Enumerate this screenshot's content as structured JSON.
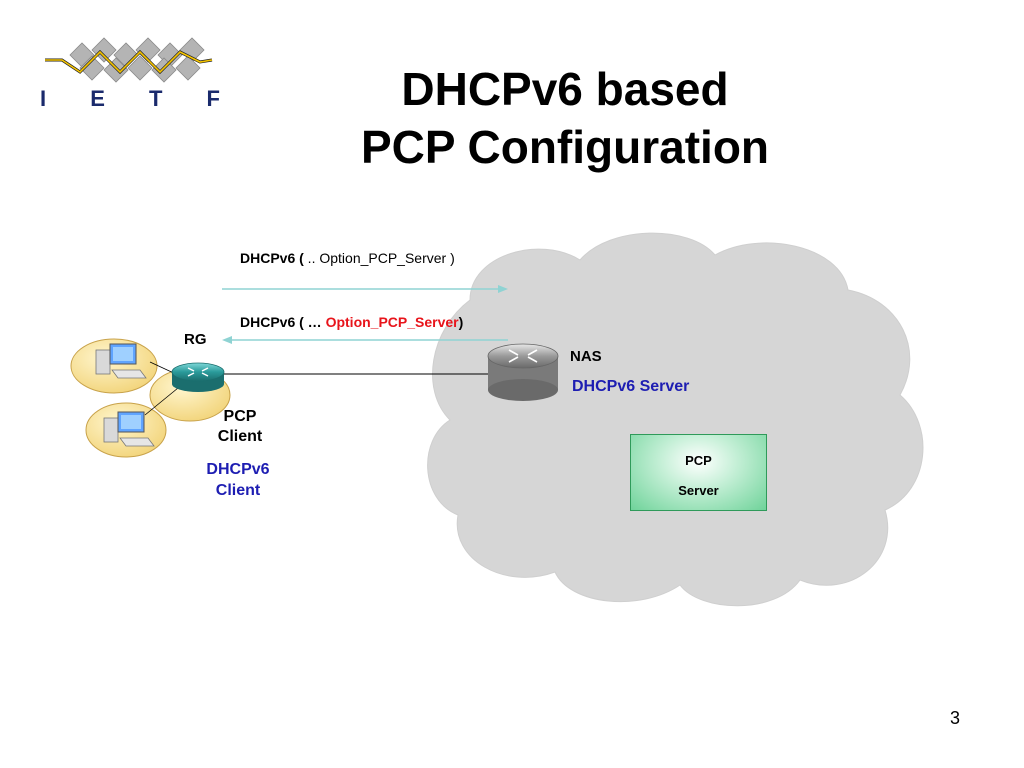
{
  "slide": {
    "title_line1": "DHCPv6 based",
    "title_line2": "PCP Configuration",
    "page_number": "3"
  },
  "logo": {
    "letters": [
      "I",
      "E",
      "T",
      "F"
    ]
  },
  "messages": {
    "request": {
      "prefix": "DHCPv6 (",
      "option": " .. Option_PCP_Server )"
    },
    "reply": {
      "prefix": "DHCPv6 ( … ",
      "option": "Option_PCP_Server",
      "suffix": ")"
    }
  },
  "nodes": {
    "rg": {
      "label": "RG"
    },
    "pcp_client": {
      "line1": "PCP",
      "line2": "Client"
    },
    "dhcp_client": {
      "line1": "DHCPv6",
      "line2": "Client"
    },
    "nas": {
      "label": "NAS",
      "role": "DHCPv6 Server"
    },
    "pcp_server": {
      "line1": "PCP",
      "line2": "Server"
    }
  },
  "colors": {
    "cloud": "#d6d6d6",
    "arrow": "#8fd3d3",
    "option_red": "#e8141b",
    "dhcp_blue": "#1d1db2",
    "pcp_server_green": "#6fd39a",
    "router_teal": "#2a9a9a",
    "host_disc": "#f7dd8a"
  }
}
